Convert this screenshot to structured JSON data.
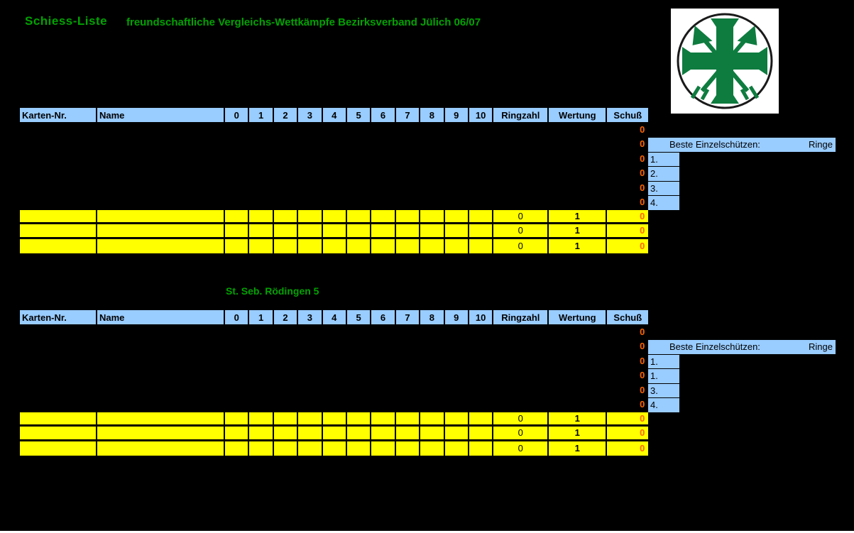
{
  "header": {
    "title": "Schiess-Liste",
    "subtitle": "freundschaftliche Vergleichs-Wettkämpfe Bezirksverband Jülich  06/07"
  },
  "colors": {
    "accent_green": "#00A300",
    "header_blue": "#99CCFF",
    "row_yellow": "#FFFF00",
    "value_orange": "#FF6600",
    "logo_green": "#0E7C3F"
  },
  "logo": {
    "icon": "cross-and-arrows-club-emblem"
  },
  "columns": [
    "Karten-Nr.",
    "Name",
    "0",
    "1",
    "2",
    "3",
    "4",
    "5",
    "6",
    "7",
    "8",
    "9",
    "10",
    "Ringzahl",
    "Wertung",
    "Schuß"
  ],
  "sections": [
    {
      "team": "",
      "rows": [
        {
          "schuss": "0"
        },
        {
          "schuss": "0"
        },
        {
          "schuss": "0"
        },
        {
          "schuss": "0"
        },
        {
          "schuss": "0"
        },
        {
          "schuss": "0"
        }
      ],
      "totals": [
        {
          "ringzahl": "0",
          "wertung": "1",
          "schuss": "0"
        },
        {
          "ringzahl": "0",
          "wertung": "1",
          "schuss": "0"
        },
        {
          "ringzahl": "0",
          "wertung": "1",
          "schuss": "0"
        }
      ],
      "panel": {
        "label": "Beste Einzelschützen:",
        "unit": "Ringe",
        "ranks": [
          "1.",
          "2.",
          "3.",
          "4."
        ]
      }
    },
    {
      "team": "St. Seb. Rödingen 5",
      "rows": [
        {
          "schuss": "0"
        },
        {
          "schuss": "0"
        },
        {
          "schuss": "0"
        },
        {
          "schuss": "0"
        },
        {
          "schuss": "0"
        },
        {
          "schuss": "0"
        }
      ],
      "totals": [
        {
          "ringzahl": "0",
          "wertung": "1",
          "schuss": "0"
        },
        {
          "ringzahl": "0",
          "wertung": "1",
          "schuss": "0"
        },
        {
          "ringzahl": "0",
          "wertung": "1",
          "schuss": "0"
        }
      ],
      "panel": {
        "label": "Beste Einzelschützen:",
        "unit": "Ringe",
        "ranks": [
          "1.",
          "1.",
          "3.",
          "4."
        ]
      }
    }
  ]
}
